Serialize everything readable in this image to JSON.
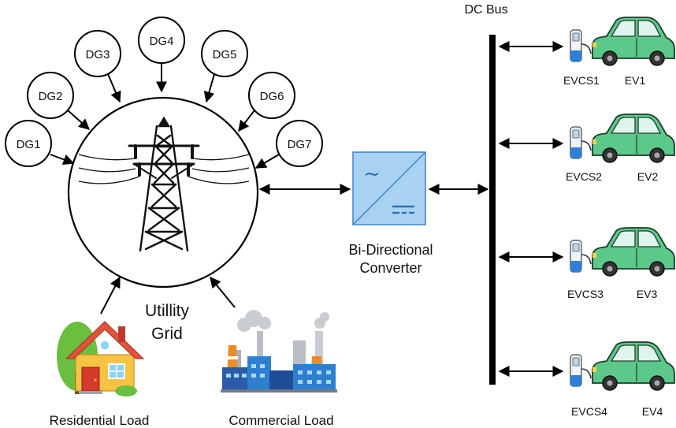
{
  "bus": {
    "label": "DC Bus"
  },
  "grid": {
    "label_line1": "Utillity",
    "label_line2": "Grid",
    "icon": "transmission-tower-icon"
  },
  "generators": [
    {
      "label": "DG1"
    },
    {
      "label": "DG2"
    },
    {
      "label": "DG3"
    },
    {
      "label": "DG4"
    },
    {
      "label": "DG5"
    },
    {
      "label": "DG6"
    },
    {
      "label": "DG7"
    }
  ],
  "converter": {
    "label_line1": "Bi-Directional",
    "label_line2": "Converter",
    "ac_symbol": "~",
    "icon": "ac-dc-converter-icon"
  },
  "loads": {
    "residential": {
      "label": "Residential Load",
      "icon": "house-icon"
    },
    "commercial": {
      "label": "Commercial Load",
      "icon": "factory-icon"
    }
  },
  "stations": [
    {
      "station": "EVCS1",
      "vehicle": "EV1"
    },
    {
      "station": "EVCS2",
      "vehicle": "EV2"
    },
    {
      "station": "EVCS3",
      "vehicle": "EV3"
    },
    {
      "station": "EVCS4",
      "vehicle": "EV4"
    }
  ],
  "colors": {
    "car_body": "#5cc98a",
    "car_window": "#dff4ec",
    "charger_blue": "#2f7fd8",
    "converter_fill": "#a9d2f2",
    "converter_stroke": "#3f83c8",
    "house_wall": "#f6c445",
    "house_roof": "#e0533b",
    "tree": "#6abf3f"
  }
}
